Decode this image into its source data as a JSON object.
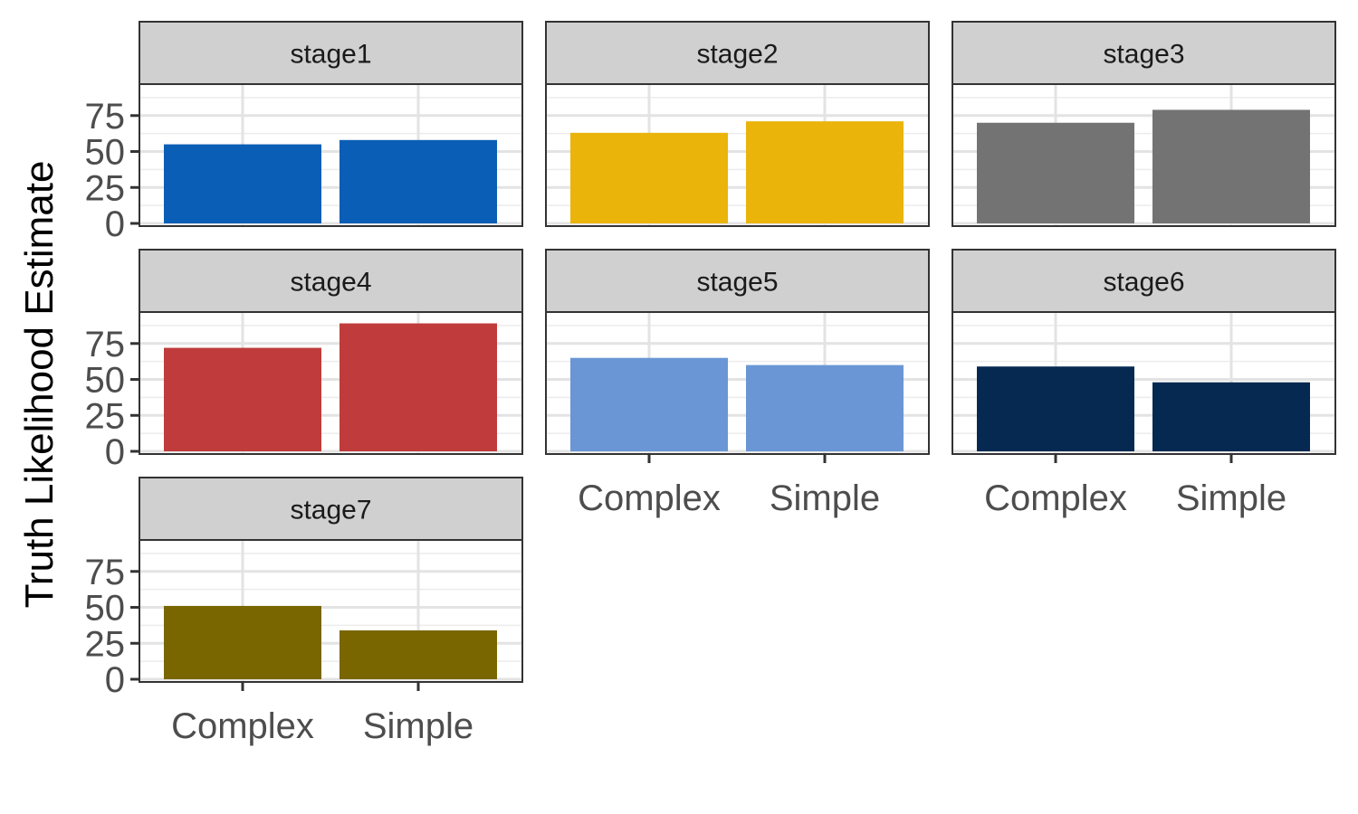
{
  "chart_data": {
    "type": "bar",
    "layout": "facet-wrap 3 columns",
    "ylabel": "Truth Likelihood Estimate",
    "xlabel": "",
    "categories": [
      "Complex",
      "Simple"
    ],
    "ylim": [
      0,
      95
    ],
    "yticks": [
      "0",
      "25",
      "50",
      "75"
    ],
    "grid": true,
    "legend": "none",
    "panels": [
      {
        "name": "stage1",
        "values": [
          55,
          58
        ],
        "color": "#0b5eb5"
      },
      {
        "name": "stage2",
        "values": [
          63,
          71
        ],
        "color": "#eab40a"
      },
      {
        "name": "stage3",
        "values": [
          70,
          79
        ],
        "color": "#737373"
      },
      {
        "name": "stage4",
        "values": [
          72,
          89
        ],
        "color": "#c03c3c"
      },
      {
        "name": "stage5",
        "values": [
          65,
          60
        ],
        "color": "#6a96d5"
      },
      {
        "name": "stage6",
        "values": [
          59,
          48
        ],
        "color": "#062951"
      },
      {
        "name": "stage7",
        "values": [
          51,
          34
        ],
        "color": "#796600"
      }
    ]
  }
}
